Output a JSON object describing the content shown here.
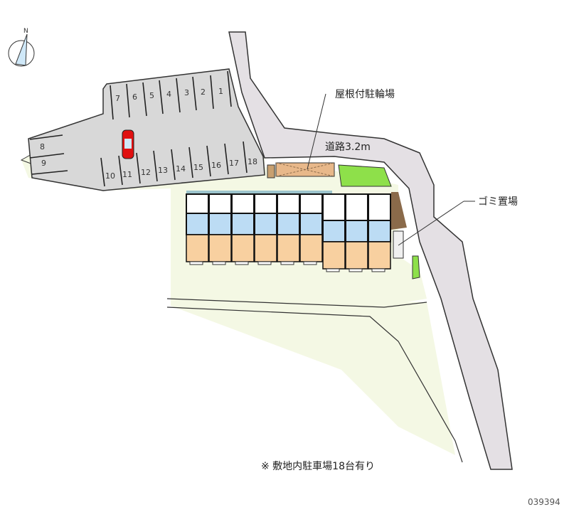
{
  "compass": {
    "label": "N"
  },
  "labels": {
    "bicycle_parking": "屋根付駐輪場",
    "road": "道路3.2m",
    "garbage": "ゴミ置場",
    "note": "※ 敷地内駐車場18台有り",
    "property_id": "039394"
  },
  "parking_spaces": [
    "1",
    "2",
    "3",
    "4",
    "5",
    "6",
    "7",
    "8",
    "9",
    "10",
    "11",
    "12",
    "13",
    "14",
    "15",
    "16",
    "17",
    "18"
  ],
  "colors": {
    "road": "#e4e0e4",
    "lot": "#d8d8d8",
    "land": "#f4f8e4",
    "green": "#8ee04a",
    "unit_blue": "#bcdcf4",
    "unit_peach": "#f8d0a0",
    "bike": "#e8b88a",
    "car": "#e01010"
  }
}
